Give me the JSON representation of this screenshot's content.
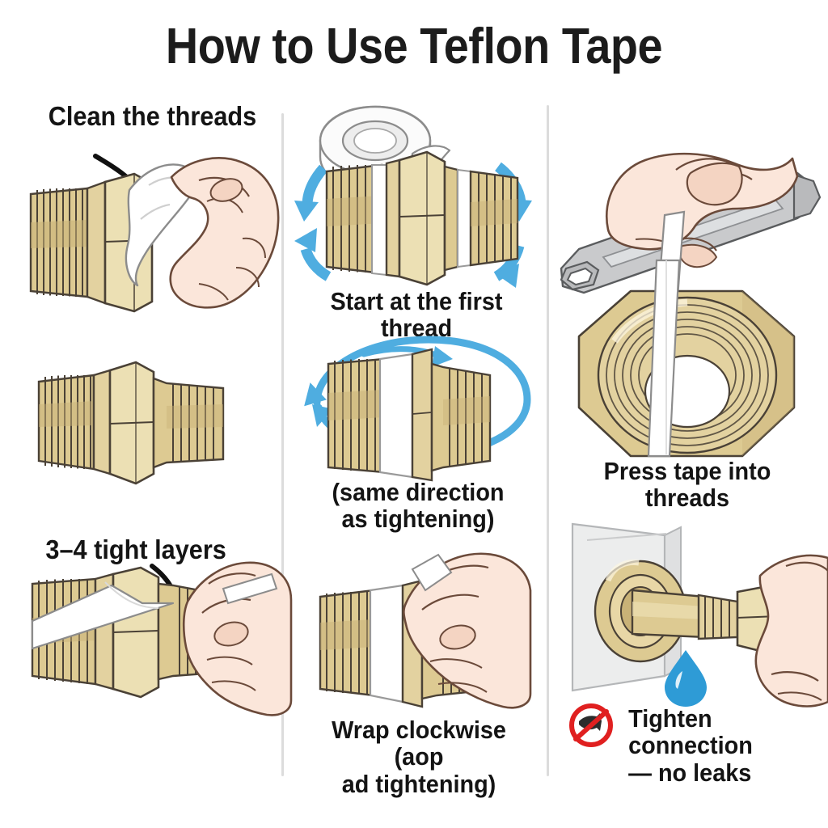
{
  "document": {
    "title": "How to Use Teflon Tape",
    "type": "instructional-infographic",
    "background_color": "#ffffff",
    "columns": 3,
    "steps_total": 6
  },
  "palette": {
    "brass_light": "#ece0b4",
    "brass_mid": "#ddca92",
    "brass_dark": "#c9b277",
    "brass_shadow": "#b89f62",
    "outline": "#4a4136",
    "skin_light": "#fbe6da",
    "skin_mid": "#f4d4c2",
    "skin_shade": "#e9bda6",
    "skin_outline": "#6b4a3a",
    "tape_white": "#ffffff",
    "tape_shade": "#e6e6e6",
    "tape_outline": "#8c8c8c",
    "arrow_blue": "#4fade0",
    "water_blue": "#2e9bd6",
    "metal_grey": "#c9cacc",
    "metal_dark": "#9b9da0",
    "wall_grey": "#eceded",
    "prohibition_red": "#e02020",
    "text_black": "#141414",
    "divider_grey": "#dcdcdc"
  },
  "captions": {
    "clean_threads": "Clean the threads",
    "tight_layers": "3–4 tight layers",
    "start_first_thread": "Start at the first thread",
    "same_direction": "(same direction\nas tightening)",
    "wrap_clockwise": "Wrap clockwise (aop\nad tightening)",
    "press_tape": "Press tape into\nthreads",
    "tighten_connection": "Tighten connection\n— no leaks"
  },
  "panels": [
    {
      "id": "panel-clean-threads",
      "column": "left",
      "position": "top",
      "caption_key": "clean_threads",
      "subjects": [
        "brass-pipe-fitting",
        "hand",
        "cleaning-rag"
      ],
      "annotation": "curved-arrow-down-right"
    },
    {
      "id": "panel-clean-fitting",
      "column": "left",
      "position": "middle",
      "caption_key": null,
      "subjects": [
        "brass-pipe-fitting"
      ],
      "annotation": null
    },
    {
      "id": "panel-tight-layers",
      "column": "left",
      "position": "bottom",
      "caption_key": "tight_layers",
      "subjects": [
        "brass-pipe-fitting",
        "hand",
        "teflon-tape-strip"
      ],
      "annotation": "curved-arrow-down"
    },
    {
      "id": "panel-start-first-thread",
      "column": "middle",
      "position": "top",
      "caption_key": "start_first_thread",
      "subjects": [
        "teflon-tape-roll",
        "brass-hex-fitting"
      ],
      "annotation": "four-blue-rotation-arrows"
    },
    {
      "id": "panel-same-direction",
      "column": "middle",
      "position": "middle",
      "caption_key": "same_direction",
      "subjects": [
        "brass-hex-fitting",
        "teflon-tape-wrap"
      ],
      "annotation": "blue-orbit-ellipse-arrow"
    },
    {
      "id": "panel-wrap-clockwise",
      "column": "middle",
      "position": "bottom",
      "caption_key": "wrap_clockwise",
      "subjects": [
        "brass-pipe-fitting",
        "hand",
        "teflon-tape-strip"
      ],
      "annotation": null
    },
    {
      "id": "panel-press-tape",
      "column": "right",
      "position": "top",
      "caption_key": "press_tape",
      "subjects": [
        "hand",
        "wrench",
        "brass-hex-nut",
        "teflon-tape-strip"
      ],
      "annotation": null
    },
    {
      "id": "panel-tighten-connection",
      "column": "right",
      "position": "bottom",
      "caption_key": "tighten_connection",
      "subjects": [
        "wall-plate",
        "brass-pipe-assembly",
        "hand",
        "water-droplet"
      ],
      "annotation": "no-leak-prohibition-icon"
    }
  ],
  "icons": {
    "no_leak": "prohibition-circle-icon",
    "droplet": "water-droplet-icon"
  }
}
